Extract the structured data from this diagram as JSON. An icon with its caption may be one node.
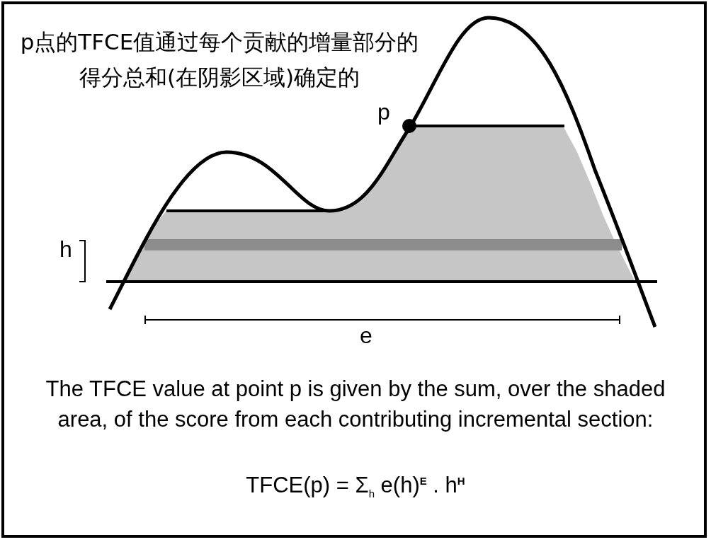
{
  "diagram": {
    "title": "p点的TFCE值通过每个贡献的增量部分的得分总和(在阴影区域)确定的",
    "caption": "The TFCE value at point p is given by the sum, over the shaded area, of the score from each contributing incremental section:",
    "labels": [
      "p",
      "h",
      "e",
      "TFCE(p) = Σ$_{h}$ e(h)$^{E}$ . h$^{H}$"
    ]
  }
}
